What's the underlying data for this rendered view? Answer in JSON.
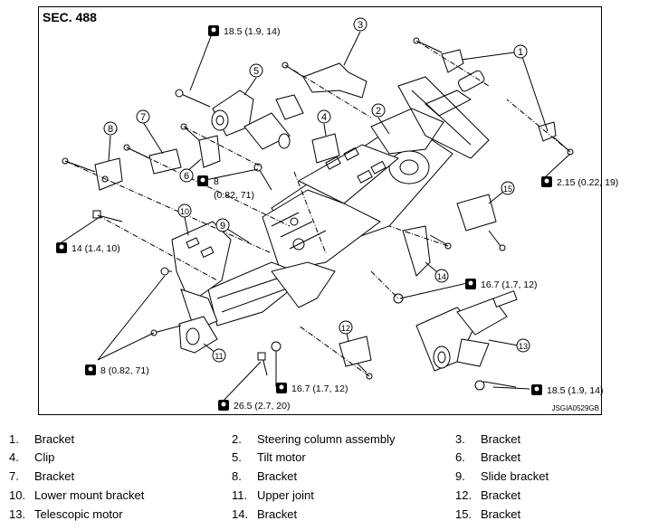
{
  "section": "SEC. 488",
  "figure_code": "JSGIA0529GB",
  "torques": {
    "t_top": "18.5 (1.9, 14)",
    "t_right_top": "2.15 (0.22, 19)",
    "t_mid": "8",
    "t_mid2": "(0.82, 71)",
    "t_left": "14 (1.4, 10)",
    "t_right_mid": "16.7 (1.7, 12)",
    "t_bottom_left": "8 (0.82, 71)",
    "t_bottom_mid": "16.7 (1.7, 12)",
    "t_bottom": "26.5 (2.7, 20)",
    "t_right_bottom": "18.5 (1.9, 14)"
  },
  "callouts": [
    "1",
    "2",
    "3",
    "4",
    "5",
    "6",
    "7",
    "8",
    "9",
    "10",
    "11",
    "12",
    "13",
    "14",
    "15"
  ],
  "legend": [
    {
      "num": "1.",
      "label": "Bracket"
    },
    {
      "num": "2.",
      "label": "Steering column assembly"
    },
    {
      "num": "3.",
      "label": "Bracket"
    },
    {
      "num": "4.",
      "label": "Clip"
    },
    {
      "num": "5.",
      "label": "Tilt motor"
    },
    {
      "num": "6.",
      "label": "Bracket"
    },
    {
      "num": "7.",
      "label": "Bracket"
    },
    {
      "num": "8.",
      "label": "Bracket"
    },
    {
      "num": "9.",
      "label": "Slide bracket"
    },
    {
      "num": "10.",
      "label": "Lower mount bracket"
    },
    {
      "num": "11.",
      "label": "Upper joint"
    },
    {
      "num": "12.",
      "label": "Bracket"
    },
    {
      "num": "13.",
      "label": "Telescopic motor"
    },
    {
      "num": "14.",
      "label": "Bracket"
    },
    {
      "num": "15.",
      "label": "Bracket"
    }
  ]
}
